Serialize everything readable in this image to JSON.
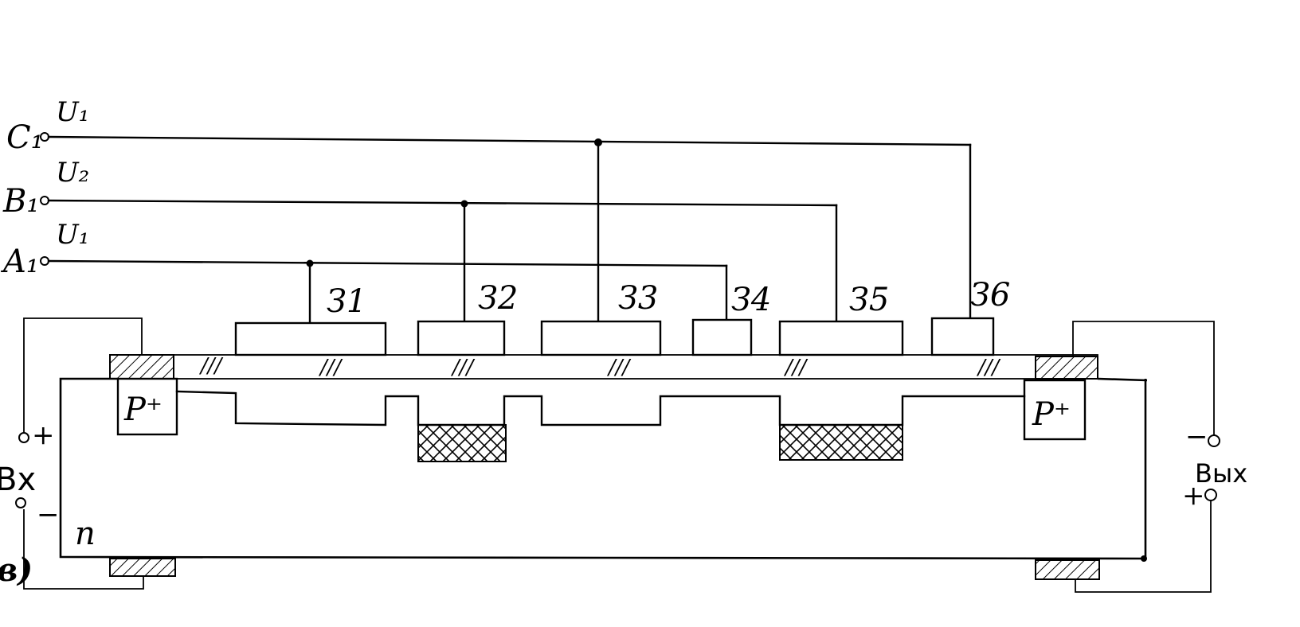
{
  "inputs": {
    "c1": {
      "name": "C₁",
      "signal": "U₁"
    },
    "b1": {
      "name": "B₁",
      "signal": "U₂"
    },
    "a1": {
      "name": "A₁",
      "signal": "U₁"
    }
  },
  "gates": [
    "З1",
    "З2",
    "З3",
    "З4",
    "З5",
    "З6"
  ],
  "regions": {
    "p_plus_left": "P⁺",
    "p_plus_right": "P⁺",
    "substrate": "n",
    "oxide_marks": "///"
  },
  "terminals": {
    "input": {
      "label": "Bx",
      "plus": "+",
      "minus": "−"
    },
    "output": {
      "label": "Bых",
      "plus": "+",
      "minus": "−"
    }
  },
  "figure_letter": "в)",
  "colors": {
    "ink": "#000000",
    "paper": "#ffffff"
  }
}
